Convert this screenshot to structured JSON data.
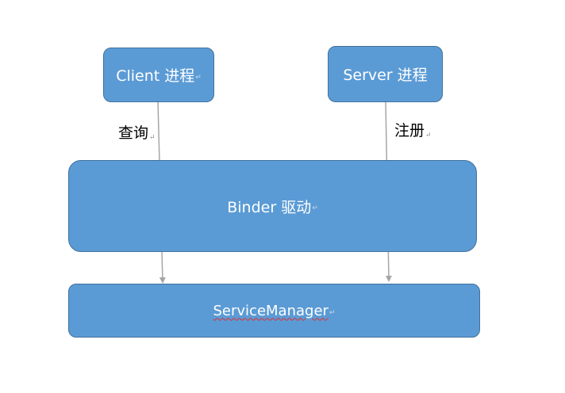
{
  "diagram": {
    "nodes": {
      "client": {
        "label": "Client 进程",
        "mark": "↵"
      },
      "server": {
        "label": "Server 进程",
        "mark": ""
      },
      "binder": {
        "label": "Binder 驱动",
        "mark": "↵"
      },
      "service_manager": {
        "label": "ServiceManager",
        "mark": "↵"
      }
    },
    "edges": {
      "query": {
        "label": "查询",
        "mark": "↵"
      },
      "register": {
        "label": "注册",
        "mark": "↵"
      }
    },
    "colors": {
      "box_fill": "#5b9bd5",
      "box_border": "#41719c",
      "arrow": "#a6a6a6",
      "spellcheck_underline": "#e03030"
    }
  }
}
